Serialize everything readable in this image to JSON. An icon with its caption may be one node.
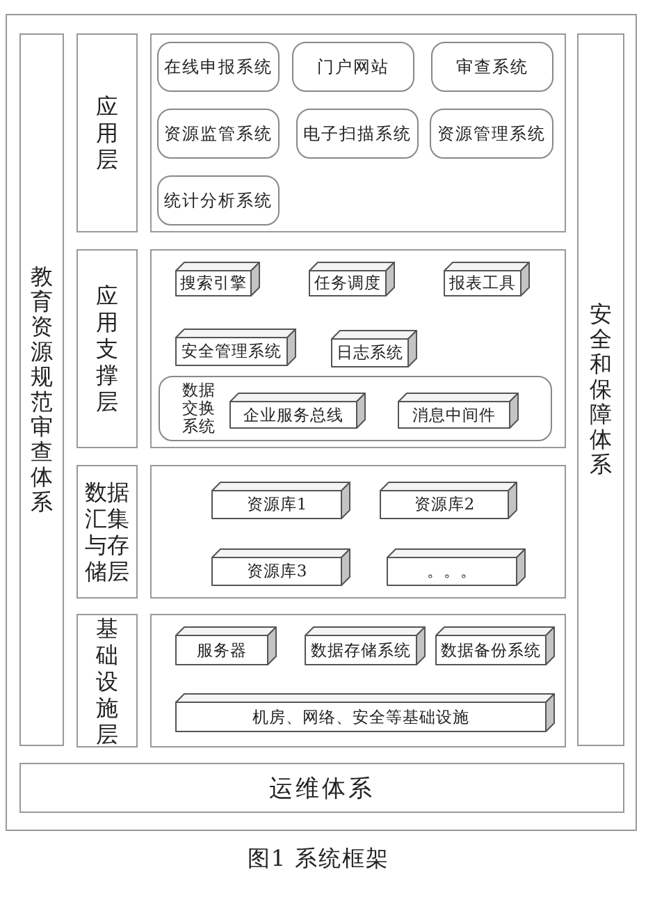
{
  "diagram": {
    "caption": "图1 系统框架",
    "nodes": [
      {
        "text": [],
        "shape": "box"
      },
      {
        "text": [
          "教育资源规范审查体系"
        ],
        "in": 0
      },
      {
        "text": [
          "应用层"
        ],
        "in": 0
      },
      {
        "text": [],
        "shape": "box",
        "in": 0
      },
      {
        "text": [
          "在线申报系统"
        ],
        "in": 3
      },
      {
        "text": [
          "门户网站"
        ],
        "in": 3
      },
      {
        "text": [
          "审查系统"
        ],
        "in": 3
      },
      {
        "text": [
          "资源监管系统"
        ],
        "in": 3
      },
      {
        "text": [
          "电子扫描系统"
        ],
        "in": 3
      },
      {
        "text": [
          "资源管理系统"
        ],
        "in": 3
      },
      {
        "text": [
          "统计分析系统"
        ],
        "in": 3
      },
      {
        "text": [
          "应用支撑层"
        ],
        "in": 0
      },
      {
        "text": [],
        "shape": "box",
        "in": 0
      },
      {
        "text": [
          "搜索引擎"
        ],
        "in": 12
      },
      {
        "text": [
          "任务调度"
        ],
        "in": 12
      },
      {
        "text": [
          "报表工具"
        ],
        "in": 12
      },
      {
        "text": [
          "安全管理系统"
        ],
        "in": 12
      },
      {
        "text": [
          "日志系统"
        ],
        "in": 12
      },
      {
        "text": [
          "数据交换系统"
        ],
        "in": 12
      },
      {
        "text": [
          "企业服务总线"
        ],
        "in": 18
      },
      {
        "text": [
          "消息中间件"
        ],
        "in": 18
      },
      {
        "text": [
          "数据汇集与存储层"
        ],
        "in": 0
      },
      {
        "text": [],
        "shape": "box",
        "in": 0
      },
      {
        "text": [
          "资源库1"
        ],
        "in": 22
      },
      {
        "text": [
          "资源库2"
        ],
        "in": 22
      },
      {
        "text": [
          "资源库3"
        ],
        "in": 22
      },
      {
        "text": [
          "。。。"
        ],
        "in": 22
      },
      {
        "text": [
          "基础设施层"
        ],
        "in": 0
      },
      {
        "text": [],
        "shape": "box",
        "in": 0
      },
      {
        "text": [
          "服务器"
        ],
        "in": 28
      },
      {
        "text": [
          "数据存储系统"
        ],
        "in": 28
      },
      {
        "text": [
          "数据备份系统"
        ],
        "in": 28
      },
      {
        "text": [
          "机房、网络、安全等基础设施"
        ],
        "in": 28
      },
      {
        "text": [
          "安全和保障体系"
        ],
        "in": 0
      },
      {
        "text": [
          "运维体系"
        ],
        "in": 0
      }
    ]
  }
}
